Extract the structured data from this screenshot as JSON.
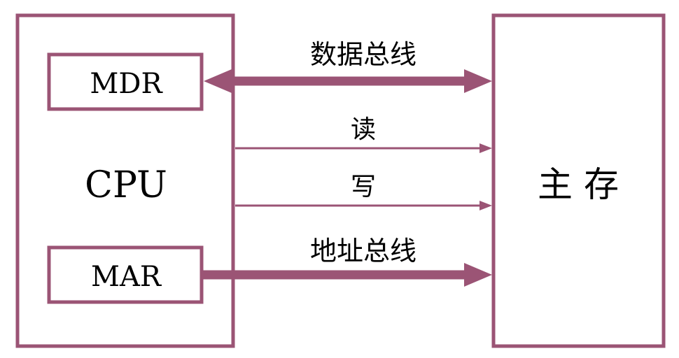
{
  "cpu": {
    "label": "CPU",
    "registers": {
      "mdr": "MDR",
      "mar": "MAR"
    }
  },
  "main_memory": {
    "label": "主 存"
  },
  "buses": {
    "data_bus": "数据总线",
    "read": "读",
    "write": "写",
    "address_bus": "地址总线"
  },
  "colors": {
    "accent": "#9b5475",
    "text": "#000000",
    "background": "#ffffff"
  }
}
